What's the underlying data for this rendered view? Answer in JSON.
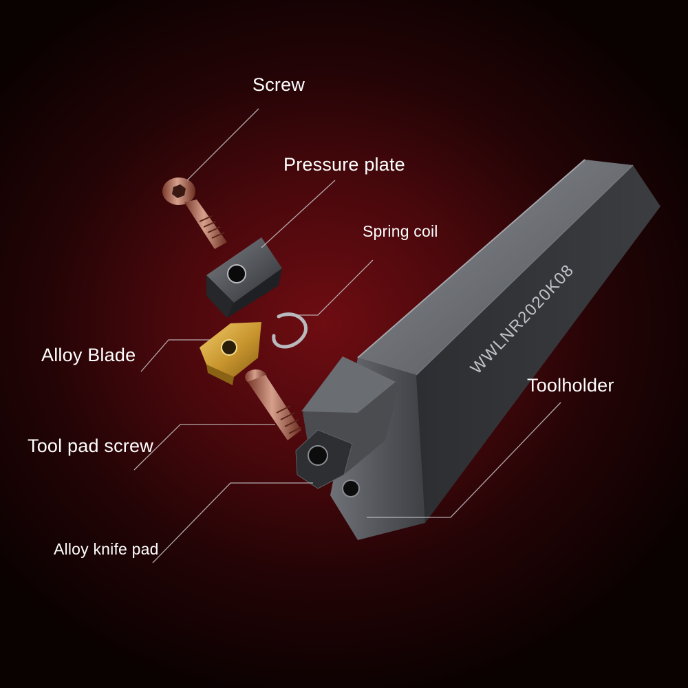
{
  "labels": {
    "screw": "Screw",
    "pressure_plate": "Pressure plate",
    "spring_coil": "Spring coil",
    "alloy_blade": "Alloy Blade",
    "toolholder": "Toolholder",
    "tool_pad_screw": "Tool pad screw",
    "alloy_knife_pad": "Alloy knife pad"
  },
  "toolholder_marking": "WWLNR2020K08",
  "colors": {
    "background": "#4a080c",
    "steel": "#5b5d62",
    "gold_insert": "#d2a13a",
    "copper_screw": "#b06a55",
    "leader_line": "#c9c9c9"
  }
}
